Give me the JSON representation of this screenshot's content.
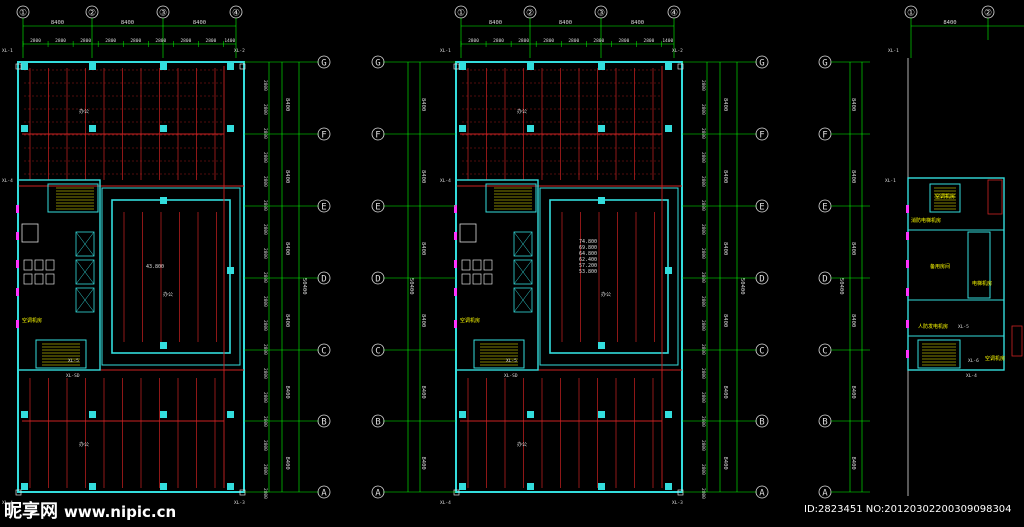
{
  "watermark": {
    "brand": "昵享网",
    "site": "www.nipic.cn"
  },
  "image_id": "ID:2823451 NO:20120302200309098304",
  "plans": [
    {
      "grid_cols": [
        "①",
        "②",
        "③",
        "④"
      ],
      "col_dims": [
        "8400",
        "8400",
        "8400"
      ],
      "sub_dims": [
        "2800",
        "2800",
        "2800",
        "2800",
        "2800",
        "2800",
        "2800",
        "2800",
        "1400"
      ],
      "grid_rows": [
        "G",
        "F",
        "E",
        "D",
        "C",
        "B",
        "A"
      ],
      "row_dims": [
        "8400",
        "8400",
        "8400",
        "8400",
        "8400",
        "8400"
      ],
      "total_dim": "50400",
      "rooms": [
        "办公",
        "办公",
        "办公",
        "空调机房"
      ],
      "elev": "43.800",
      "tags": [
        "XL-1",
        "XL-2",
        "XL-3",
        "XL-4",
        "XL-5",
        "XL-SD"
      ]
    },
    {
      "grid_cols": [
        "①",
        "②",
        "③",
        "④"
      ],
      "col_dims": [
        "8400",
        "8400",
        "8400"
      ],
      "sub_dims": [
        "2800",
        "2800",
        "2800",
        "2800",
        "2800",
        "2800",
        "2800",
        "2800",
        "1400"
      ],
      "grid_rows": [
        "G",
        "F",
        "E",
        "D",
        "C",
        "B",
        "A"
      ],
      "row_dims": [
        "8400",
        "8400",
        "8400",
        "8400",
        "8400",
        "8400"
      ],
      "total_dim": "50400",
      "rooms": [
        "办公",
        "办公",
        "办公",
        "空调机房"
      ],
      "elevs": [
        "74.800",
        "69.800",
        "64.800",
        "62.400",
        "57.200",
        "53.800"
      ],
      "tags": [
        "XL-1",
        "XL-2",
        "XL-3",
        "XL-4",
        "XL-5",
        "XL-SD"
      ]
    },
    {
      "grid_cols": [
        "①",
        "②"
      ],
      "col_dims": [
        "8400"
      ],
      "grid_rows": [
        "G",
        "F",
        "E",
        "D",
        "C",
        "B",
        "A"
      ],
      "row_dims": [
        "8400",
        "8400",
        "8400",
        "8400",
        "8400",
        "8400"
      ],
      "total_dim": "50400",
      "rooms": [
        "空调机房",
        "消防电梯机房",
        "备用房间",
        "电梯机房",
        "人防发电机房",
        "空调机房"
      ],
      "tags": [
        "XL-1",
        "XL-4",
        "XL-5",
        "XL-6"
      ]
    }
  ]
}
